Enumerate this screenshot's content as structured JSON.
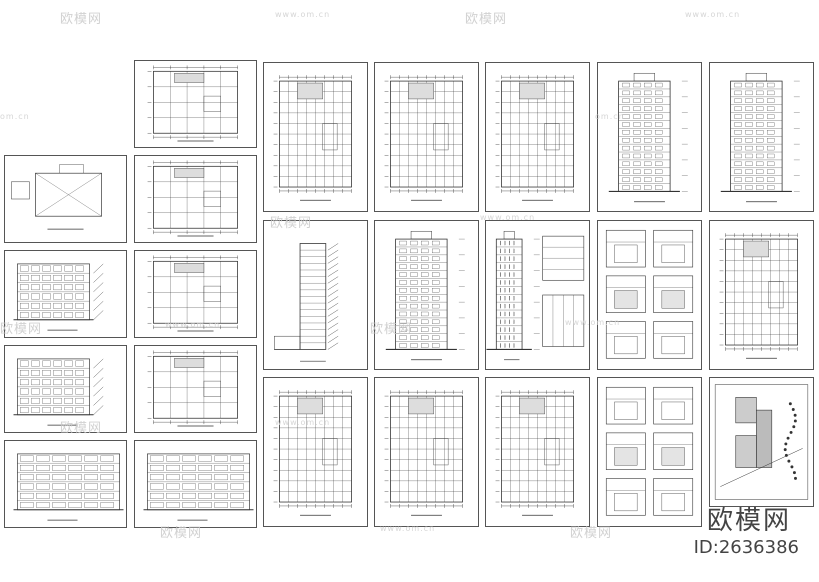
{
  "watermark": {
    "brand_cn": "欧模网",
    "domain": "www.om.cn",
    "side_domain": "om.cn"
  },
  "footer": {
    "brand": "欧模网",
    "id_text": "ID:2636386"
  }
}
